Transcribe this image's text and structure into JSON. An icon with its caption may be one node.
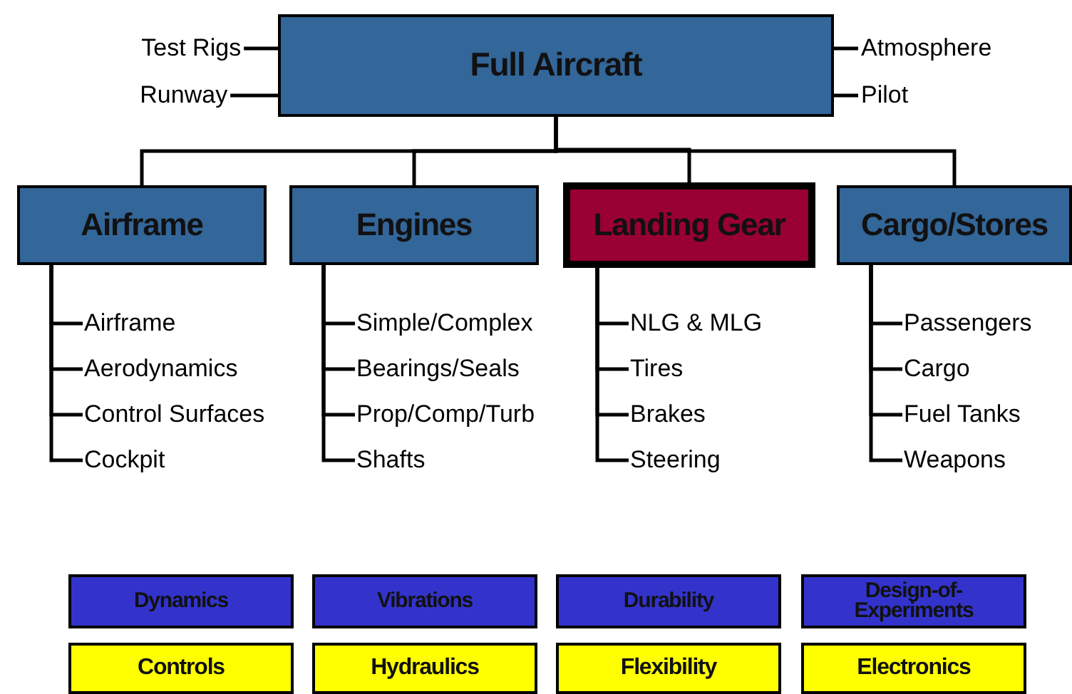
{
  "diagram": {
    "nodes": [
      {
        "text": [
          "Full Aircraft"
        ]
      },
      {
        "text": [
          "Test Rigs"
        ]
      },
      {
        "text": [
          "Runway"
        ]
      },
      {
        "text": [
          "Atmosphere"
        ]
      },
      {
        "text": [
          "Pilot"
        ]
      },
      {
        "text": [
          "Airframe"
        ]
      },
      {
        "text": [
          "Engines"
        ]
      },
      {
        "text": [
          "Landing Gear"
        ]
      },
      {
        "text": [
          "Cargo/Stores"
        ]
      },
      {
        "text": [
          "Airframe"
        ]
      },
      {
        "text": [
          "Aerodynamics"
        ]
      },
      {
        "text": [
          "Control Surfaces"
        ]
      },
      {
        "text": [
          "Cockpit"
        ]
      },
      {
        "text": [
          "Simple/Complex"
        ]
      },
      {
        "text": [
          "Bearings/Seals"
        ]
      },
      {
        "text": [
          "Prop/Comp/Turb"
        ]
      },
      {
        "text": [
          "Shafts"
        ]
      },
      {
        "text": [
          "NLG & MLG"
        ]
      },
      {
        "text": [
          "Tires"
        ]
      },
      {
        "text": [
          "Brakes"
        ]
      },
      {
        "text": [
          "Steering"
        ]
      },
      {
        "text": [
          "Passengers"
        ]
      },
      {
        "text": [
          "Cargo"
        ]
      },
      {
        "text": [
          "Fuel Tanks"
        ]
      },
      {
        "text": [
          "Weapons"
        ]
      },
      {
        "text": [
          "Dynamics"
        ]
      },
      {
        "text": [
          "Vibrations"
        ]
      },
      {
        "text": [
          "Durability"
        ]
      },
      {
        "text": [
          "Design-of- Experiments"
        ]
      },
      {
        "text": [
          "Controls"
        ]
      },
      {
        "text": [
          "Hydraulics"
        ]
      },
      {
        "text": [
          "Flexibility"
        ]
      },
      {
        "text": [
          "Electronics"
        ]
      }
    ],
    "edges": [
      {
        "from": 0,
        "to": 1,
        "arrow": "none"
      },
      {
        "from": 0,
        "to": 2,
        "arrow": "none"
      },
      {
        "from": 0,
        "to": 3,
        "arrow": "none"
      },
      {
        "from": 0,
        "to": 4,
        "arrow": "none"
      },
      {
        "from": 0,
        "to": 5,
        "arrow": "none"
      },
      {
        "from": 0,
        "to": 6,
        "arrow": "none"
      },
      {
        "from": 0,
        "to": 7,
        "arrow": "none"
      },
      {
        "from": 0,
        "to": 8,
        "arrow": "none"
      },
      {
        "from": 5,
        "to": 9,
        "arrow": "none"
      },
      {
        "from": 5,
        "to": 10,
        "arrow": "none"
      },
      {
        "from": 5,
        "to": 11,
        "arrow": "none"
      },
      {
        "from": 5,
        "to": 12,
        "arrow": "none"
      },
      {
        "from": 6,
        "to": 13,
        "arrow": "none"
      },
      {
        "from": 6,
        "to": 14,
        "arrow": "none"
      },
      {
        "from": 6,
        "to": 15,
        "arrow": "none"
      },
      {
        "from": 6,
        "to": 16,
        "arrow": "none"
      },
      {
        "from": 7,
        "to": 17,
        "arrow": "none"
      },
      {
        "from": 7,
        "to": 18,
        "arrow": "none"
      },
      {
        "from": 7,
        "to": 19,
        "arrow": "none"
      },
      {
        "from": 7,
        "to": 20,
        "arrow": "none"
      },
      {
        "from": 8,
        "to": 21,
        "arrow": "none"
      },
      {
        "from": 8,
        "to": 22,
        "arrow": "none"
      },
      {
        "from": 8,
        "to": 23,
        "arrow": "none"
      },
      {
        "from": 8,
        "to": 24,
        "arrow": "none"
      }
    ]
  }
}
